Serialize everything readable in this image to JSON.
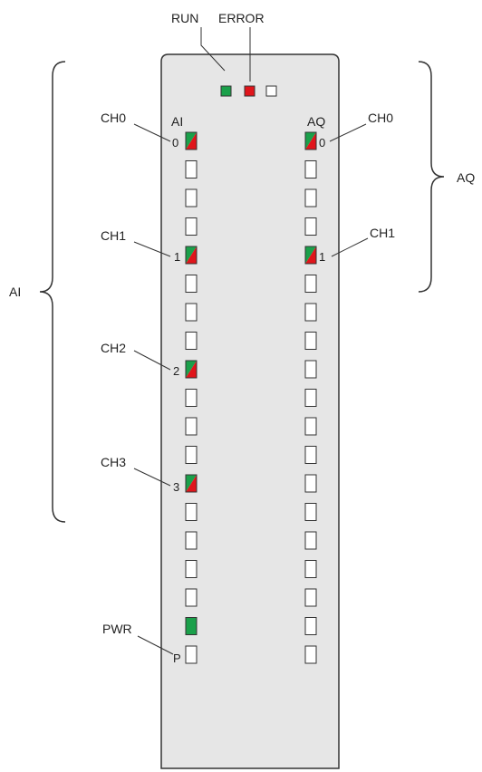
{
  "top_labels": {
    "run": "RUN",
    "error": "ERROR"
  },
  "left_bracket_label": "AI",
  "right_bracket_label": "AQ",
  "column_headers": {
    "ai": "AI",
    "aq": "AQ"
  },
  "ai_channel_numbers": [
    "0",
    "1",
    "2",
    "3"
  ],
  "aq_channel_numbers": [
    "0",
    "1"
  ],
  "callouts": {
    "ai_ch0": "CH0",
    "ai_ch1": "CH1",
    "ai_ch2": "CH2",
    "ai_ch3": "CH3",
    "aq_ch0": "CH0",
    "aq_ch1": "CH1",
    "pwr": "PWR"
  },
  "pwr_label": "P",
  "colors": {
    "panel_fill": "#e6e6e6",
    "panel_stroke": "#333333",
    "led_green": "#1aa04a",
    "led_red": "#e0151b",
    "led_off": "#ffffff",
    "line": "#333333"
  },
  "leds": {
    "run": "green",
    "error": "red",
    "status3": "off",
    "ai_channels": [
      "bicolor",
      "off",
      "off",
      "off",
      "bicolor",
      "off",
      "off",
      "off",
      "bicolor",
      "off",
      "off",
      "off",
      "bicolor",
      "off",
      "off",
      "off",
      "off",
      "power",
      "off"
    ],
    "aq_channels": [
      "bicolor",
      "off",
      "off",
      "off",
      "bicolor",
      "off",
      "off",
      "off",
      "off",
      "off",
      "off",
      "off",
      "off",
      "off",
      "off",
      "off",
      "off",
      "off",
      "off"
    ]
  }
}
